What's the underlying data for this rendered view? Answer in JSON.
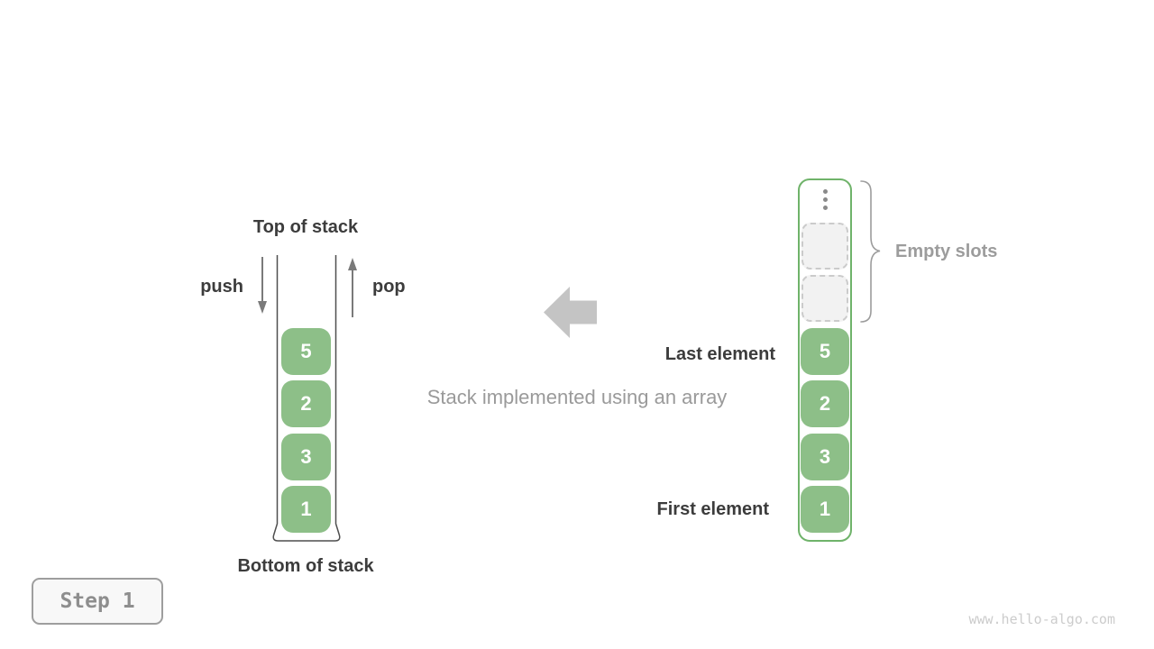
{
  "left_stack": {
    "top_label": "Top of stack",
    "push_label": "push",
    "pop_label": "pop",
    "bottom_label": "Bottom of stack",
    "cells": [
      "5",
      "2",
      "3",
      "1"
    ]
  },
  "center": {
    "caption": "Stack implemented using an array",
    "arrow_icon": "left-block-arrow"
  },
  "array": {
    "ellipsis_icon": "vertical-ellipsis",
    "empty_slot_count": 2,
    "cells": [
      "5",
      "2",
      "3",
      "1"
    ],
    "labels": {
      "empty_slots": "Empty slots",
      "last_element": "Last element",
      "first_element": "First element"
    }
  },
  "footer": {
    "step_label": "Step 1",
    "watermark": "www.hello-algo.com"
  },
  "colors": {
    "cell_green": "#8DBF88",
    "array_border_green": "#6FB36A",
    "dark_text": "#3C3C3C",
    "gray_text": "#9C9C9C",
    "arrow_gray": "#7A7A7A",
    "block_arrow_gray": "#C4C4C4",
    "container_line": "#4F4F4F",
    "empty_slot_fill": "#F2F2F2",
    "empty_slot_border": "#CBCBCB",
    "step_text": "#8E8E8E",
    "watermark_gray": "#CCCCCC"
  }
}
